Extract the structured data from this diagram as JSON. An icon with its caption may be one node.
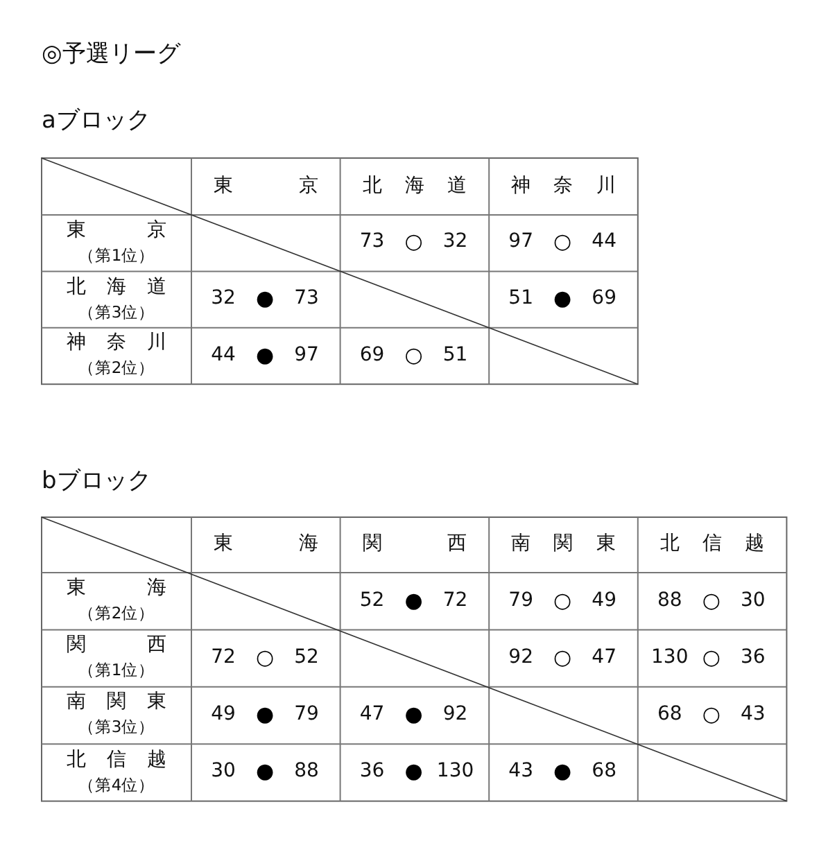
{
  "diagram": {
    "title": "◎予選リーグ",
    "labels": [
      "aブロック",
      "東京",
      "北海道",
      "神奈川",
      "東京",
      "（第1位）",
      "73",
      "○",
      "32",
      "97",
      "○",
      "44",
      "北海道",
      "（第3位）",
      "32",
      "●",
      "73",
      "51",
      "●",
      "69",
      "神奈川",
      "（第2位）",
      "44",
      "●",
      "97",
      "69",
      "○",
      "51",
      "bブロック",
      "東海",
      "関西",
      "南関東",
      "北信越",
      "東海",
      "（第2位）",
      "52",
      "●",
      "72",
      "79",
      "○",
      "49",
      "88",
      "○",
      "30",
      "関西",
      "（第1位）",
      "72",
      "○",
      "52",
      "92",
      "○",
      "47",
      "130",
      "○",
      "36",
      "南関東",
      "（第3位）",
      "49",
      "●",
      "79",
      "47",
      "●",
      "92",
      "68",
      "○",
      "43",
      "北信越",
      "（第4位）",
      "30",
      "●",
      "88",
      "36",
      "●",
      "130",
      "43",
      "●",
      "68"
    ]
  }
}
